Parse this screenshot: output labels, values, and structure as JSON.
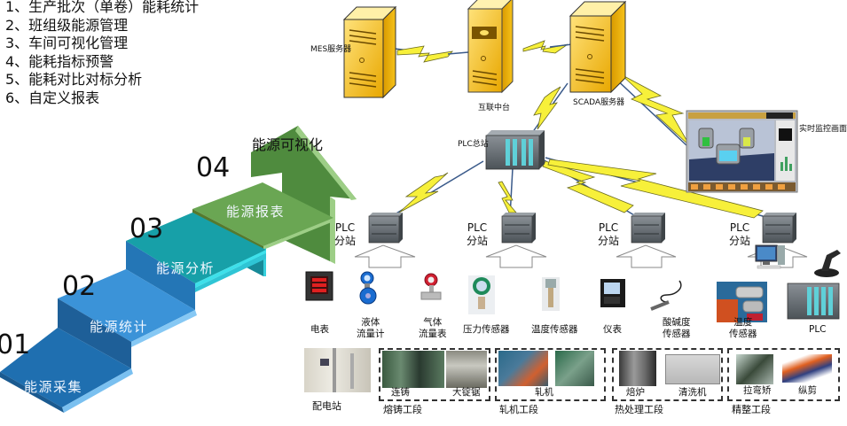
{
  "features": [
    "1、生产批次（单卷）能耗统计",
    "2、班组级能源管理",
    "3、车间可视化管理",
    "4、能耗指标预警",
    "5、能耗对比对标分析",
    "6、自定义报表"
  ],
  "stairs": {
    "arrow_label": "能源可视化",
    "steps": [
      {
        "num": "01",
        "label": "能源采集"
      },
      {
        "num": "02",
        "label": "能源统计"
      },
      {
        "num": "03",
        "label": "能源分析"
      },
      {
        "num": "04",
        "label": "能源报表"
      }
    ]
  },
  "servers": {
    "mes": "MES服务器",
    "middle": "互联中台",
    "scada": "SCADA服务器",
    "monitor": "实时监控画面"
  },
  "plc": {
    "master": "PLC总站",
    "sub_line1": "PLC",
    "sub_line2": "分站"
  },
  "devices": [
    {
      "label": "电表"
    },
    {
      "label_l1": "液体",
      "label_l2": "流量计"
    },
    {
      "label_l1": "气体",
      "label_l2": "流量表"
    },
    {
      "label": "压力传感器"
    },
    {
      "label": "温度传感器"
    },
    {
      "label": "仪表"
    },
    {
      "label_l1": "酸碱度",
      "label_l2": "传感器"
    },
    {
      "label_l1": "温度",
      "label_l2": "传感器"
    },
    {
      "label": "PLC"
    }
  ],
  "sections": {
    "power_station": "配电站",
    "casting": {
      "title": "熔铸工段",
      "items": [
        "连铸",
        "大锭锯"
      ]
    },
    "rolling": {
      "title": "轧机工段",
      "items": [
        "轧机"
      ]
    },
    "heat": {
      "title": "热处理工段",
      "items": [
        "焙炉",
        "清洗机"
      ]
    },
    "finishing": {
      "title": "精整工段",
      "items": [
        "拉弯矫",
        "纵剪"
      ]
    }
  },
  "colors": {
    "step1": "#1f6fb0",
    "step2": "#3b93d8",
    "step3": "#17a0a8",
    "step4": "#6aa653",
    "arrow": "#4f8b3e",
    "server": "#f5b800",
    "bolt": "#f7f03a"
  }
}
